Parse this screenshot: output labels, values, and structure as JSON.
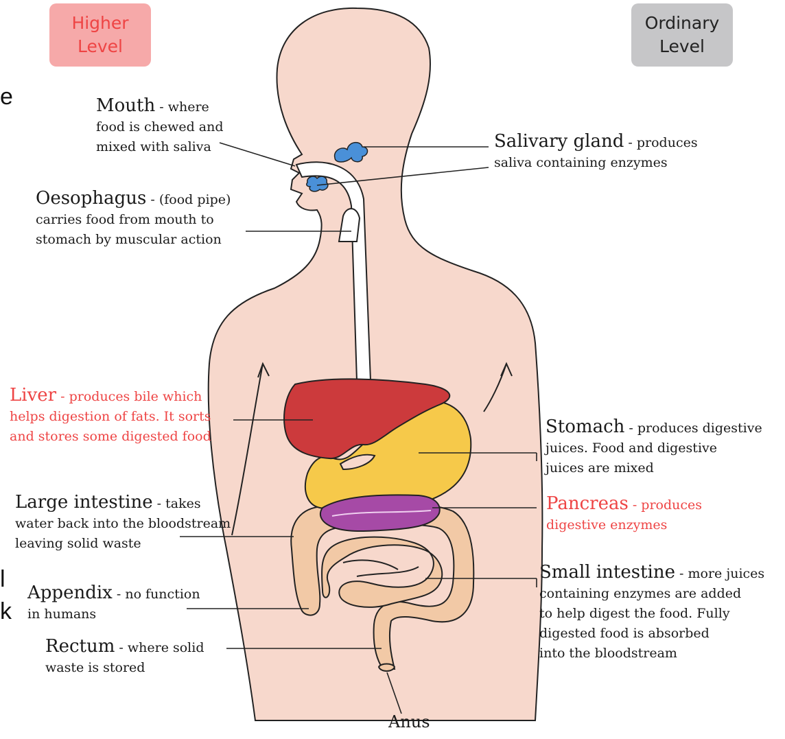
{
  "badges": {
    "higher": {
      "line1": "Higher",
      "line2": "Level",
      "bg": "#f6a9a9",
      "color": "#ee4444"
    },
    "ordinary": {
      "line1": "Ordinary",
      "line2": "Level",
      "bg": "#c6c6c8",
      "color": "#222222"
    }
  },
  "colors": {
    "skin": "#f7d8cc",
    "outline": "#222222",
    "highlight_text": "#ee4444",
    "liver": "#cc3a3c",
    "stomach": "#f6c94a",
    "pancreas": "#a64aa6",
    "intestine": "#f2c9a6",
    "gland": "#4a90d8"
  },
  "cut_letters": [
    "e",
    "l",
    "k"
  ],
  "labels": {
    "mouth": {
      "name": "Mouth",
      "desc1": " - where",
      "desc2": "food is chewed and",
      "desc3": "mixed with saliva"
    },
    "salivary": {
      "name": "Salivary gland",
      "desc1": " - produces",
      "desc2": "saliva containing enzymes"
    },
    "oesophagus": {
      "name": "Oesophagus",
      "desc1": " - (food pipe)",
      "desc2": "carries food from mouth to",
      "desc3": "stomach by muscular action"
    },
    "liver": {
      "name": "Liver",
      "desc1": " - produces bile which",
      "desc2": "helps digestion of fats. It sorts",
      "desc3": "and stores some digested food"
    },
    "stomach": {
      "name": "Stomach",
      "desc1": " - produces digestive",
      "desc2": "juices. Food and digestive",
      "desc3": "juices are mixed"
    },
    "large_intestine": {
      "name": "Large intestine",
      "desc1": " - takes",
      "desc2": "water back into the bloodstream",
      "desc3": "leaving solid waste"
    },
    "pancreas": {
      "name": "Pancreas",
      "desc1": " - produces",
      "desc2": "digestive enzymes"
    },
    "small_intestine": {
      "name": "Small intestine",
      "desc1": " - more juices",
      "desc2": "containing enzymes are added",
      "desc3": "to help digest the food. Fully",
      "desc4": "digested food is absorbed",
      "desc5": "into the bloodstream"
    },
    "appendix": {
      "name": "Appendix",
      "desc1": " - no function",
      "desc2": "in humans"
    },
    "rectum": {
      "name": "Rectum",
      "desc1": " - where solid",
      "desc2": "waste is stored"
    },
    "anus": {
      "name": "Anus"
    }
  }
}
